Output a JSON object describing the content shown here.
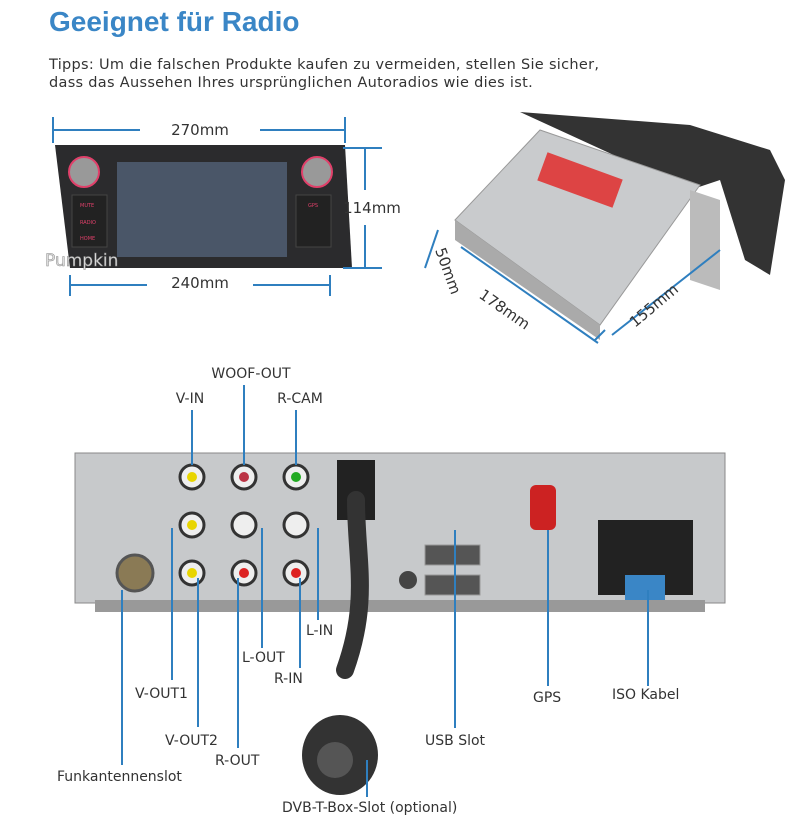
{
  "title": "Geeignet für Radio",
  "tips": [
    "Tipps: Um die falschen Produkte kaufen zu vermeiden,  stellen Sie sicher,",
    "dass das Aussehen Ihres ursprünglichen Autoradios wie dies ist."
  ],
  "front": {
    "width": "270mm",
    "height": "114mm",
    "inner_width": "240mm",
    "logo": "Pumpkin",
    "buttons": [
      "MUTE",
      "RADIO",
      "HOME",
      "GPS"
    ]
  },
  "side": {
    "height": "50mm",
    "depth": "178mm",
    "width": "155mm"
  },
  "ports": {
    "v_in": "V-IN",
    "woof_out": "WOOF-OUT",
    "r_cam": "R-CAM",
    "v_out1": "V-OUT1",
    "v_out2": "V-OUT2",
    "r_out": "R-OUT",
    "l_out": "L-OUT",
    "r_in": "R-IN",
    "l_in": "L-IN",
    "antenna": "Funkantennenslot",
    "usb": "USB Slot",
    "gps": "GPS",
    "iso": "ISO Kabel",
    "dvbt": "DVB-T-Box-Slot (optional)"
  },
  "colors": {
    "accent": "#3a86c6",
    "line": "#2f7fbf"
  }
}
